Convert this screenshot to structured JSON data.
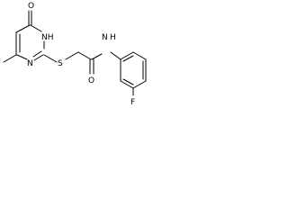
{
  "atoms": {
    "oxygen_top": "O",
    "nh_ring": "NH",
    "n_ring": "N",
    "sulfur": "S",
    "oxygen_amide": "O",
    "nh_amide": "N",
    "h_amide": "H",
    "fluorine": "F"
  }
}
